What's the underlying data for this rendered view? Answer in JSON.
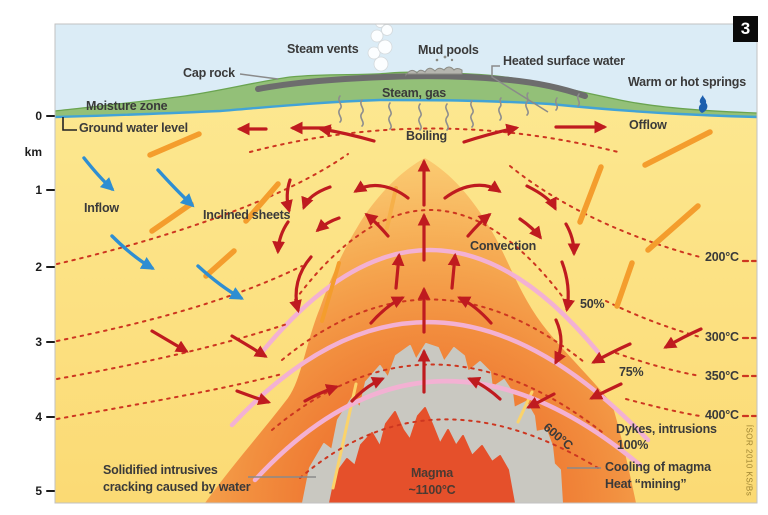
{
  "figure": {
    "number": "3",
    "watermark": "ÍSOR 2010 KS/Bs"
  },
  "axis": {
    "unit": "km",
    "ticks": [
      "0",
      "1",
      "2",
      "3",
      "4",
      "5"
    ]
  },
  "labels": {
    "steam_vents": "Steam vents",
    "mud_pools": "Mud pools",
    "heated_surface_water": "Heated surface water",
    "cap_rock": "Cap rock",
    "warm_or_hot_springs": "Warm or hot springs",
    "moisture_zone": "Moisture zone",
    "ground_water_level": "Ground water level",
    "steam_gas": "Steam, gas",
    "boiling": "Boiling",
    "offlow": "Offlow",
    "inflow": "Inflow",
    "inclined_sheets": "Inclined sheets",
    "convection": "Convection",
    "dykes_intrusions": "Dykes, intrusions",
    "cooling_of_magma": "Cooling of magma",
    "heat_mining": "Heat “mining”",
    "magma": "Magma",
    "magma_temperature": "~1100°C",
    "solidified_intrusives_line1": "Solidified intrusives",
    "solidified_intrusives_line2": "cracking caused by water"
  },
  "isotherms": {
    "t200": "200°C",
    "t300": "300°C",
    "t350": "350°C",
    "t400": "400°C",
    "t600": "600°C"
  },
  "percentages": {
    "p50": "50%",
    "p75": "75%",
    "p100": "100%"
  },
  "colors": {
    "sky": "#dbecf6",
    "ground_yellow": "#fbdf7d",
    "surface_green": "#93c078",
    "cap_rock_gray": "#6d6d6d",
    "water_blue": "#42a3d6",
    "dome_orange": "#f28f3f",
    "magma_red": "#e5502b",
    "solidified_gray": "#c9c8c1",
    "sill_pink": "#f3b1d3",
    "arrow_red": "#bf1b1f",
    "arrow_blue": "#2e8ed2",
    "dyke_orange": "#f49d2d",
    "isotherm_red": "#cd3620"
  }
}
